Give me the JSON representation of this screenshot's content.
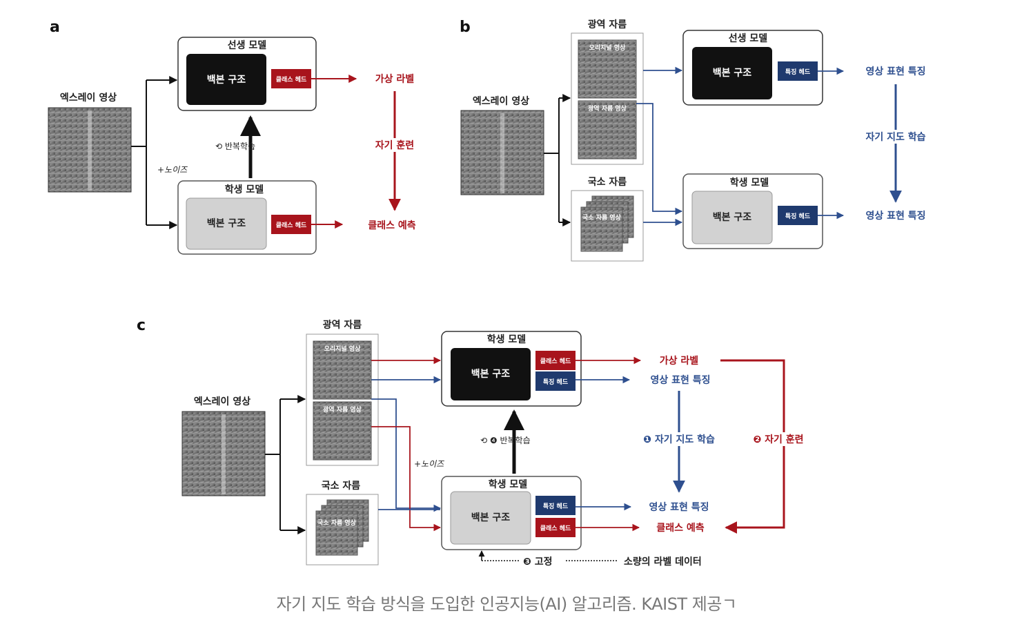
{
  "panels": {
    "a": {
      "letter": "a",
      "xray_label": "엑스레이 영상",
      "teacher_title": "선생 모델",
      "student_title": "학생 모델",
      "backbone": "백본 구조",
      "class_head": "클래스 헤드",
      "iterate": "반복학습",
      "noise": "+노이즈",
      "pseudo_label": "가상 라벨",
      "self_training": "자기 훈련",
      "class_pred": "클래스 예측"
    },
    "b": {
      "letter": "b",
      "xray_label": "엑스레이 영상",
      "global_crop": "광역 자름",
      "original_image": "오리지널 영상",
      "global_crop_image": "광역 자름 영상",
      "local_crop": "국소 자름",
      "local_crop_image": "국소 자름 영상",
      "teacher_title": "선생 모델",
      "student_title": "학생 모델",
      "backbone": "백본 구조",
      "feature_head": "특징 헤드",
      "feature_out": "영상 표현 특징",
      "self_supervised": "자기 지도 학습"
    },
    "c": {
      "letter": "c",
      "xray_label": "엑스레이 영상",
      "global_crop": "광역 자름",
      "original_image": "오리지널 영상",
      "global_crop_image": "광역 자름 영상",
      "local_crop": "국소 자름",
      "local_crop_image": "국소 자름 영상",
      "student_title_top": "학생 모델",
      "student_title_bottom": "학생 모델",
      "backbone": "백본 구조",
      "class_head": "클래스 헤드",
      "feature_head": "특징 헤드",
      "iterate": "❹ 반복학습",
      "noise": "+노이즈",
      "pseudo_label": "가상 라벨",
      "feature_out": "영상 표현 특징",
      "self_supervised": "❶ 자기 지도 학습",
      "self_training": "❷ 자기 훈련",
      "class_pred": "클래스 예측",
      "fix": "❸ 고정",
      "small_labeled": "소량의 라벨 데이터"
    }
  },
  "caption": "자기 지도 학습 방식을 도입한 인공지능(AI) 알고리즘. KAIST 제공ㄱ",
  "colors": {
    "red": "#a8141c",
    "blue": "#2e4f8f",
    "dark": "#111111",
    "gray_box": "#d2d2d2"
  }
}
